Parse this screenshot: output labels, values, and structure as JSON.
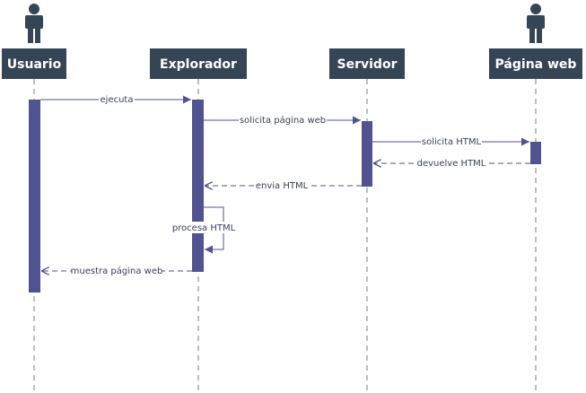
{
  "colors": {
    "header": "#364555",
    "activation": "#4f5391",
    "line": "#4f5391",
    "lifeline": "#7f7f7f",
    "text": "#3a3f58"
  },
  "actors": [
    {
      "name": "Usuario",
      "icon": "person-icon"
    },
    {
      "name": "Explorador"
    },
    {
      "name": "Servidor"
    },
    {
      "name": "Página web",
      "icon": "person-icon"
    }
  ],
  "messages": [
    {
      "label": "ejecuta",
      "kind": "call"
    },
    {
      "label": "solicita página web",
      "kind": "call"
    },
    {
      "label": "solicita HTML",
      "kind": "call"
    },
    {
      "label": "devuelve HTML",
      "kind": "return"
    },
    {
      "label": "envia HTML",
      "kind": "return"
    },
    {
      "label": "procesa HTML",
      "kind": "self"
    },
    {
      "label": "muestra página web",
      "kind": "return"
    }
  ]
}
